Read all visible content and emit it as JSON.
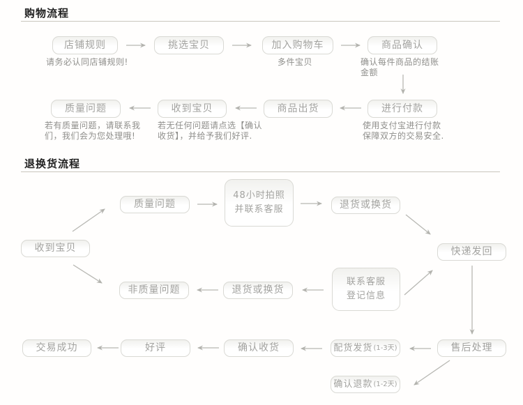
{
  "colors": {
    "background": "#fffefd",
    "box_border": "#d9d9d4",
    "box_text": "#a3a3a0",
    "arrow": "#b5b5b0",
    "title_text": "#1f1f1f",
    "caption_text": "#8f8f8c",
    "divider": "#c9c6bd"
  },
  "purchase_flow": {
    "title": "购物流程",
    "row1": [
      {
        "label": "店铺规则",
        "caption": "请务必认同店铺规则!"
      },
      {
        "label": "挑选宝贝",
        "caption": ""
      },
      {
        "label": "加入购物车",
        "caption": "多件宝贝"
      },
      {
        "label": "商品确认",
        "caption": "确认每件商品的结账\n金额"
      }
    ],
    "row2": [
      {
        "label": "质量问题",
        "caption": "若有质量问题，请联系我\n们，我们会为您处理哦!"
      },
      {
        "label": "收到宝贝",
        "caption": "若无任何问题请点选【确认\n收货】，并给予我们好评."
      },
      {
        "label": "商品出货",
        "caption": ""
      },
      {
        "label": "进行付款",
        "caption": "使用支付宝进行付款\n保障双方的交易安全."
      }
    ]
  },
  "return_flow": {
    "title": "退换货流程",
    "nodes": {
      "receive": "收到宝贝",
      "quality": "质量问题",
      "photo48": "48小时拍照\n并联系客服",
      "return_or_exchange_top": "退货或换货",
      "express_back": "快递发回",
      "non_quality": "非质量问题",
      "return_or_exchange_bottom": "退货或换货",
      "contact_service": "联系客服\n登记信息",
      "deal_success": "交易成功",
      "good_review": "好评",
      "confirm_receipt": "确认收货",
      "dispatch": "配货发货",
      "dispatch_days": "(1-3天)",
      "after_sale": "售后处理",
      "confirm_refund": "确认退款",
      "refund_days": "(1-2天)"
    }
  }
}
